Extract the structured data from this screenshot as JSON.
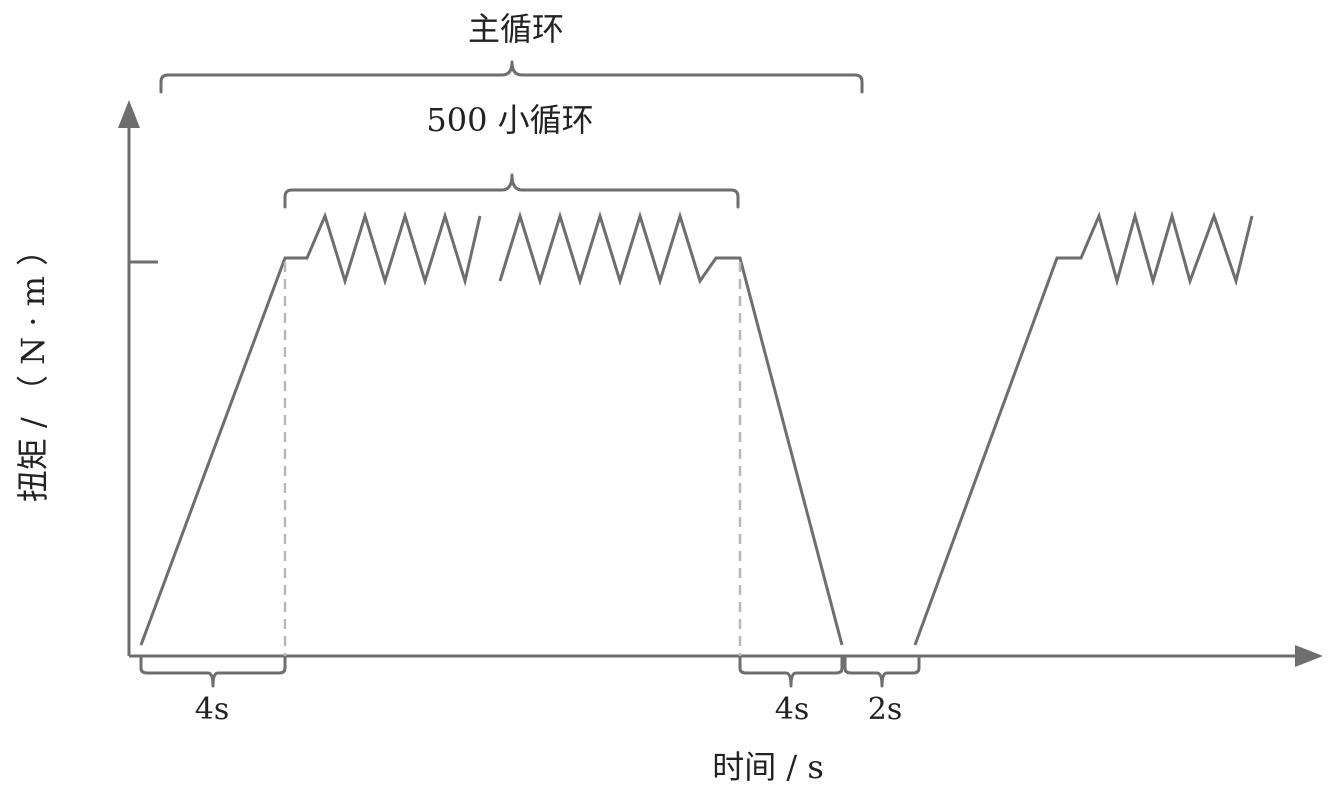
{
  "diagram": {
    "labels": {
      "main_cycle": "主循环",
      "sub_cycle": "500 小循环",
      "y_axis": "扭矩 / （ N · m ）",
      "x_axis": "时间 / s",
      "dur_rise": "4s",
      "dur_fall": "4s",
      "dur_rest": "2s"
    },
    "colors": {
      "line": "#6e6e6e",
      "dashed": "#b8b8b8",
      "text": "#222222"
    }
  }
}
